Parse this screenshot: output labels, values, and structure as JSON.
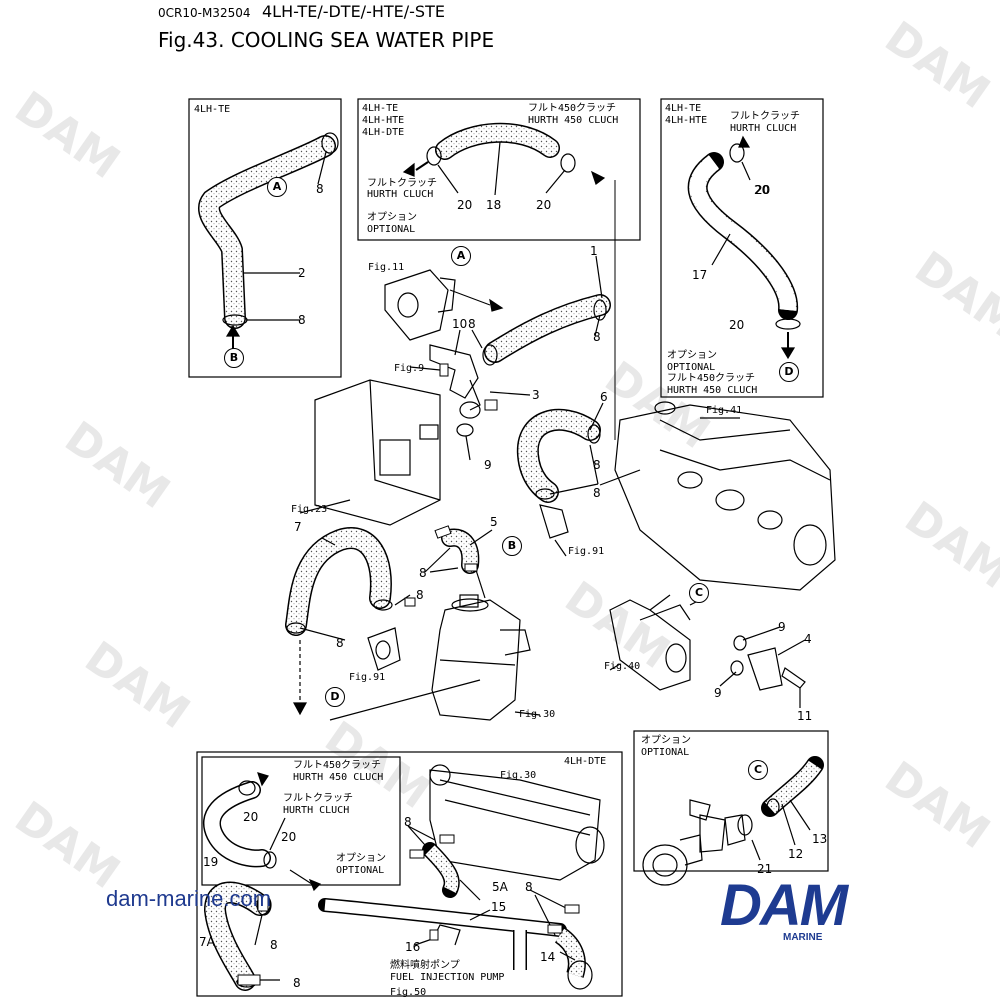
{
  "header": {
    "code": "0CR10-M32504",
    "model": "4LH-TE/-DTE/-HTE/-STE",
    "title": "Fig.43.  COOLING SEA WATER PIPE"
  },
  "watermark": "DAM",
  "labels": {
    "box1_model": "4LH-TE",
    "box2_models": [
      "4LH-TE",
      "4LH-HTE",
      "4LH-DTE"
    ],
    "hurth450_jp": "フルト450クラッチ",
    "hurth450_en": "HURTH 450 CLUCH",
    "hurth_jp": "フルトクラッチ",
    "hurth_en": "HURTH CLUCH",
    "option_jp": "オプション",
    "option_en": "OPTIONAL",
    "box3_models": [
      "4LH-TE",
      "4LH-HTE"
    ],
    "box_bottom_model": "4LH-DTE",
    "fuel_jp": "燃料噴射ポンプ",
    "fuel_en": "FUEL INJECTION PUMP",
    "figs": [
      "Fig.11",
      "Fig.9",
      "Fig.23",
      "Fig.91",
      "Fig.41",
      "Fig.91",
      "Fig.40",
      "Fig.30",
      "Fig.30",
      "Fig.50"
    ]
  },
  "circles": [
    "A",
    "B",
    "A",
    "B",
    "D",
    "C",
    "C",
    "D"
  ],
  "numbers": [
    "8",
    "2",
    "8",
    "18",
    "20",
    "20",
    "20",
    "20",
    "17",
    "20",
    "1",
    "8",
    "10",
    "8",
    "3",
    "6",
    "9",
    "8",
    "8",
    "5",
    "7",
    "8",
    "8",
    "8",
    "9",
    "4",
    "9",
    "11",
    "8",
    "20",
    "20",
    "19",
    "5A",
    "15",
    "8",
    "16",
    "14",
    "7A",
    "8",
    "8",
    "12",
    "13",
    "21"
  ],
  "brand": {
    "url": "dam-marine.com",
    "logo": "DAM",
    "logo_sub": "MARINE",
    "color": "#1e3b91"
  }
}
